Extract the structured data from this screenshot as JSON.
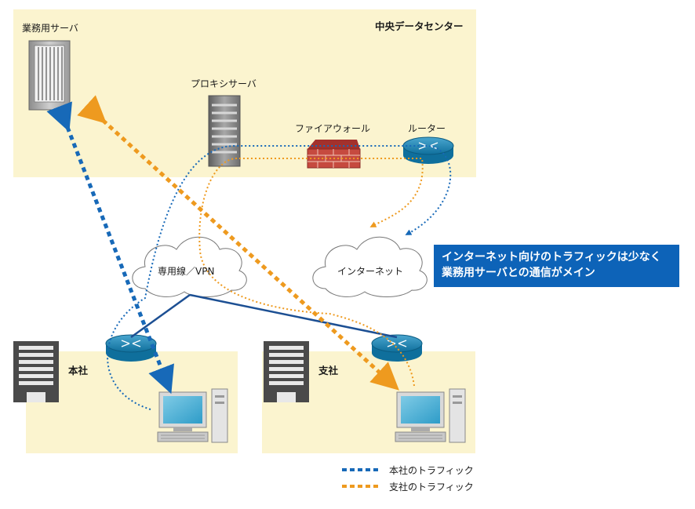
{
  "zones": {
    "datacenter_label": "中央データセンター",
    "honsha_label": "本社",
    "shisha_label": "支社"
  },
  "devices": {
    "business_server": "業務用サーバ",
    "proxy_server": "プロキシサーバ",
    "firewall": "ファイアウォール",
    "router": "ルーター"
  },
  "clouds": {
    "leased_line": "専用線／VPN",
    "internet": "インターネット"
  },
  "callout": {
    "line1": "インターネット向けのトラフィックは少なく",
    "line2": "業務用サーバとの通信がメイン"
  },
  "legend": {
    "honsha_traffic": "本社のトラフィック",
    "shisha_traffic": "支社のトラフィック"
  },
  "colors": {
    "honsha_traffic": "#1769b8",
    "shisha_traffic": "#ee9a1f",
    "link": "#1c4f93",
    "zone_fill": "#fbf4cf",
    "callout": "#0d63b8"
  }
}
